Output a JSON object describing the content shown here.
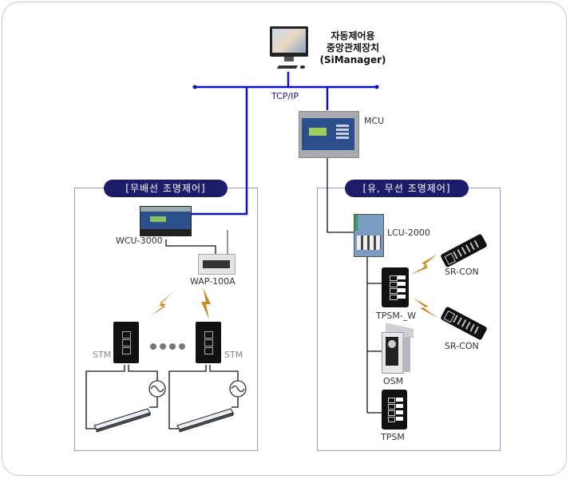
{
  "server": {
    "title_line1": "자동제어용",
    "title_line2": "중앙관제장치",
    "title_line3": "(SiManager)"
  },
  "network": {
    "label": "TCP/IP"
  },
  "mcu": {
    "label": "MCU"
  },
  "wireless_panel": {
    "title": "[무배선 조명제어]",
    "wcu": "WCU-3000",
    "wap": "WAP-100A",
    "stm_left": "STM",
    "stm_right": "STM"
  },
  "wired_panel": {
    "title": "[유, 무선 조명제어]",
    "lcu": "LCU-2000",
    "tpsm_w": "TPSM-_W",
    "osm": "OSM",
    "tpsm": "TPSM",
    "srcon_top": "SR-CON",
    "srcon_bottom": "SR-CON"
  },
  "colors": {
    "network_line": "#1010c8",
    "wire": "#111111",
    "panel_border": "#9a9ac8",
    "pill_bg": "#1c1c6a",
    "bolt": "#c88a20"
  }
}
